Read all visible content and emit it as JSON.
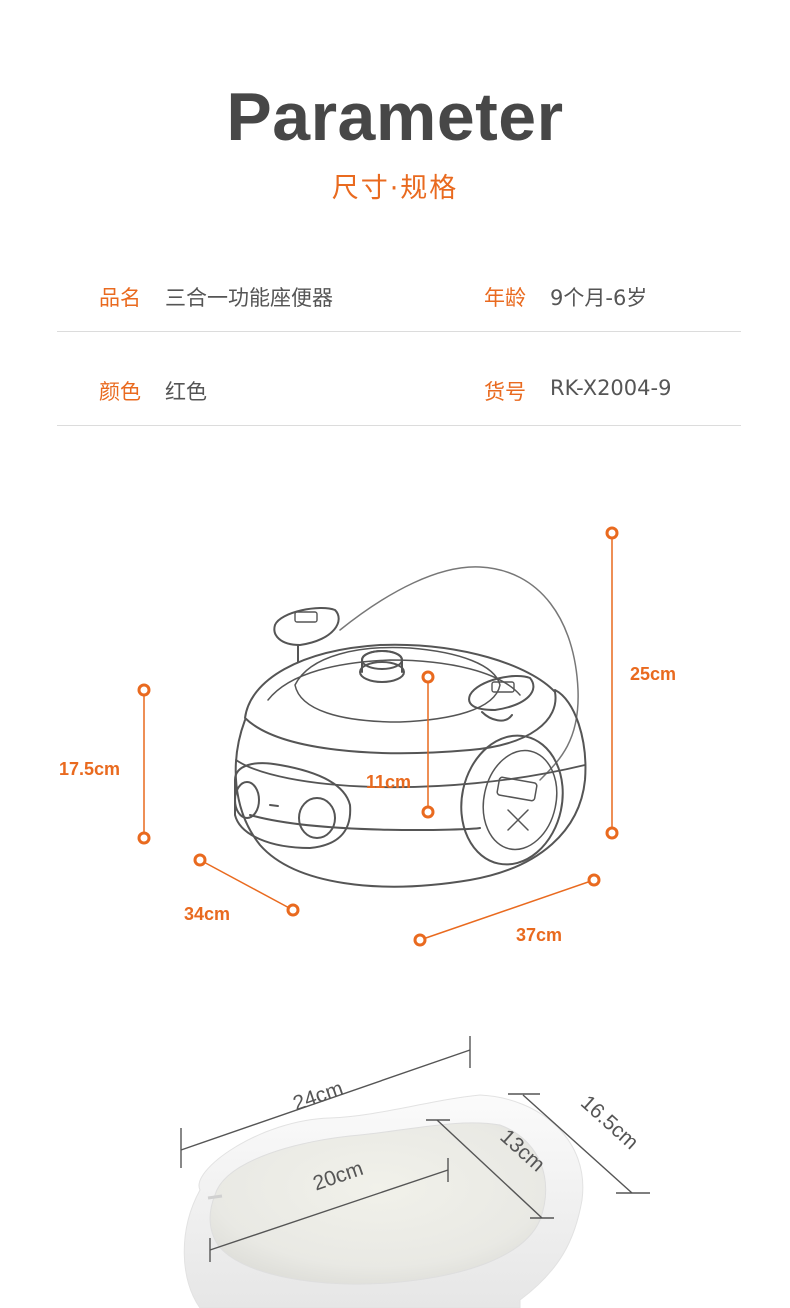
{
  "header": {
    "title": "Parameter",
    "subtitle": "尺寸·规格"
  },
  "specs": [
    {
      "label": "品名",
      "value": "三合一功能座便器"
    },
    {
      "label": "年龄",
      "value": "9个月-6岁"
    },
    {
      "label": "颜色",
      "value": "红色"
    },
    {
      "label": "货号",
      "value": "RK-X2004-9"
    }
  ],
  "product_dimensions": {
    "total_height": "25cm",
    "body_height": "17.5cm",
    "inner_height": "11cm",
    "depth": "34cm",
    "width": "37cm"
  },
  "seat_dimensions": {
    "outer_length": "24cm",
    "inner_length": "20cm",
    "outer_width": "16.5cm",
    "inner_width": "13cm"
  },
  "colors": {
    "accent": "#e96a1f",
    "title": "#474747",
    "outline": "#555555"
  }
}
